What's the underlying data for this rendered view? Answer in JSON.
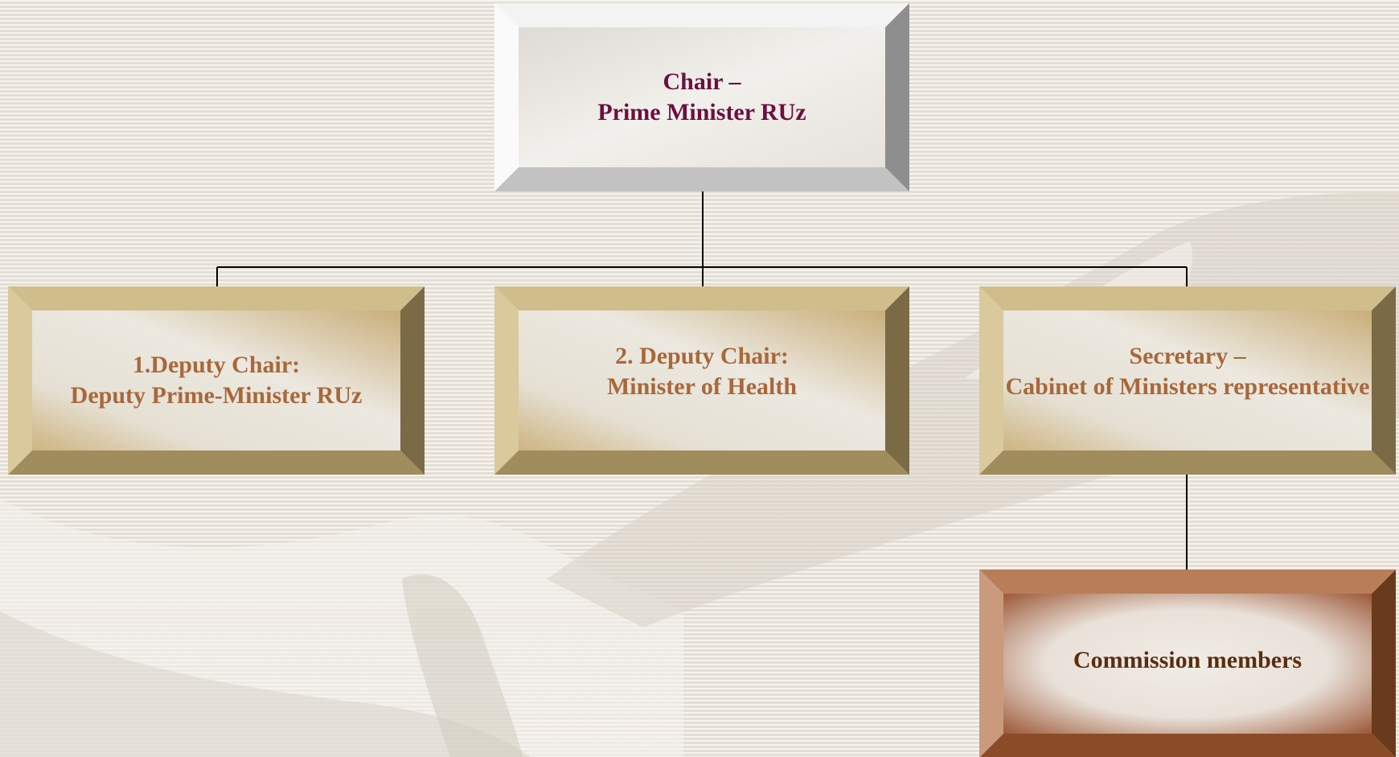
{
  "colors": {
    "chair_text": "#6b1040",
    "deputy_text": "#a8683a",
    "members_text": "#5a2e10",
    "connector": "#000000"
  },
  "nodes": {
    "chair": {
      "line1": "Chair –",
      "line2": "Prime Minister RUz"
    },
    "deputy1": {
      "line1": "1.Deputy Chair:",
      "line2": "Deputy Prime-Minister RUz"
    },
    "deputy2": {
      "line1": "2. Deputy Chair:",
      "line2": "Minister of Health"
    },
    "secretary": {
      "line1": "Secretary –",
      "line2": "Cabinet of Ministers representative"
    },
    "members": {
      "line1": "Commission members"
    }
  },
  "edges": [
    {
      "from": "chair",
      "to": "deputy1"
    },
    {
      "from": "chair",
      "to": "deputy2"
    },
    {
      "from": "chair",
      "to": "secretary"
    },
    {
      "from": "secretary",
      "to": "members"
    }
  ]
}
